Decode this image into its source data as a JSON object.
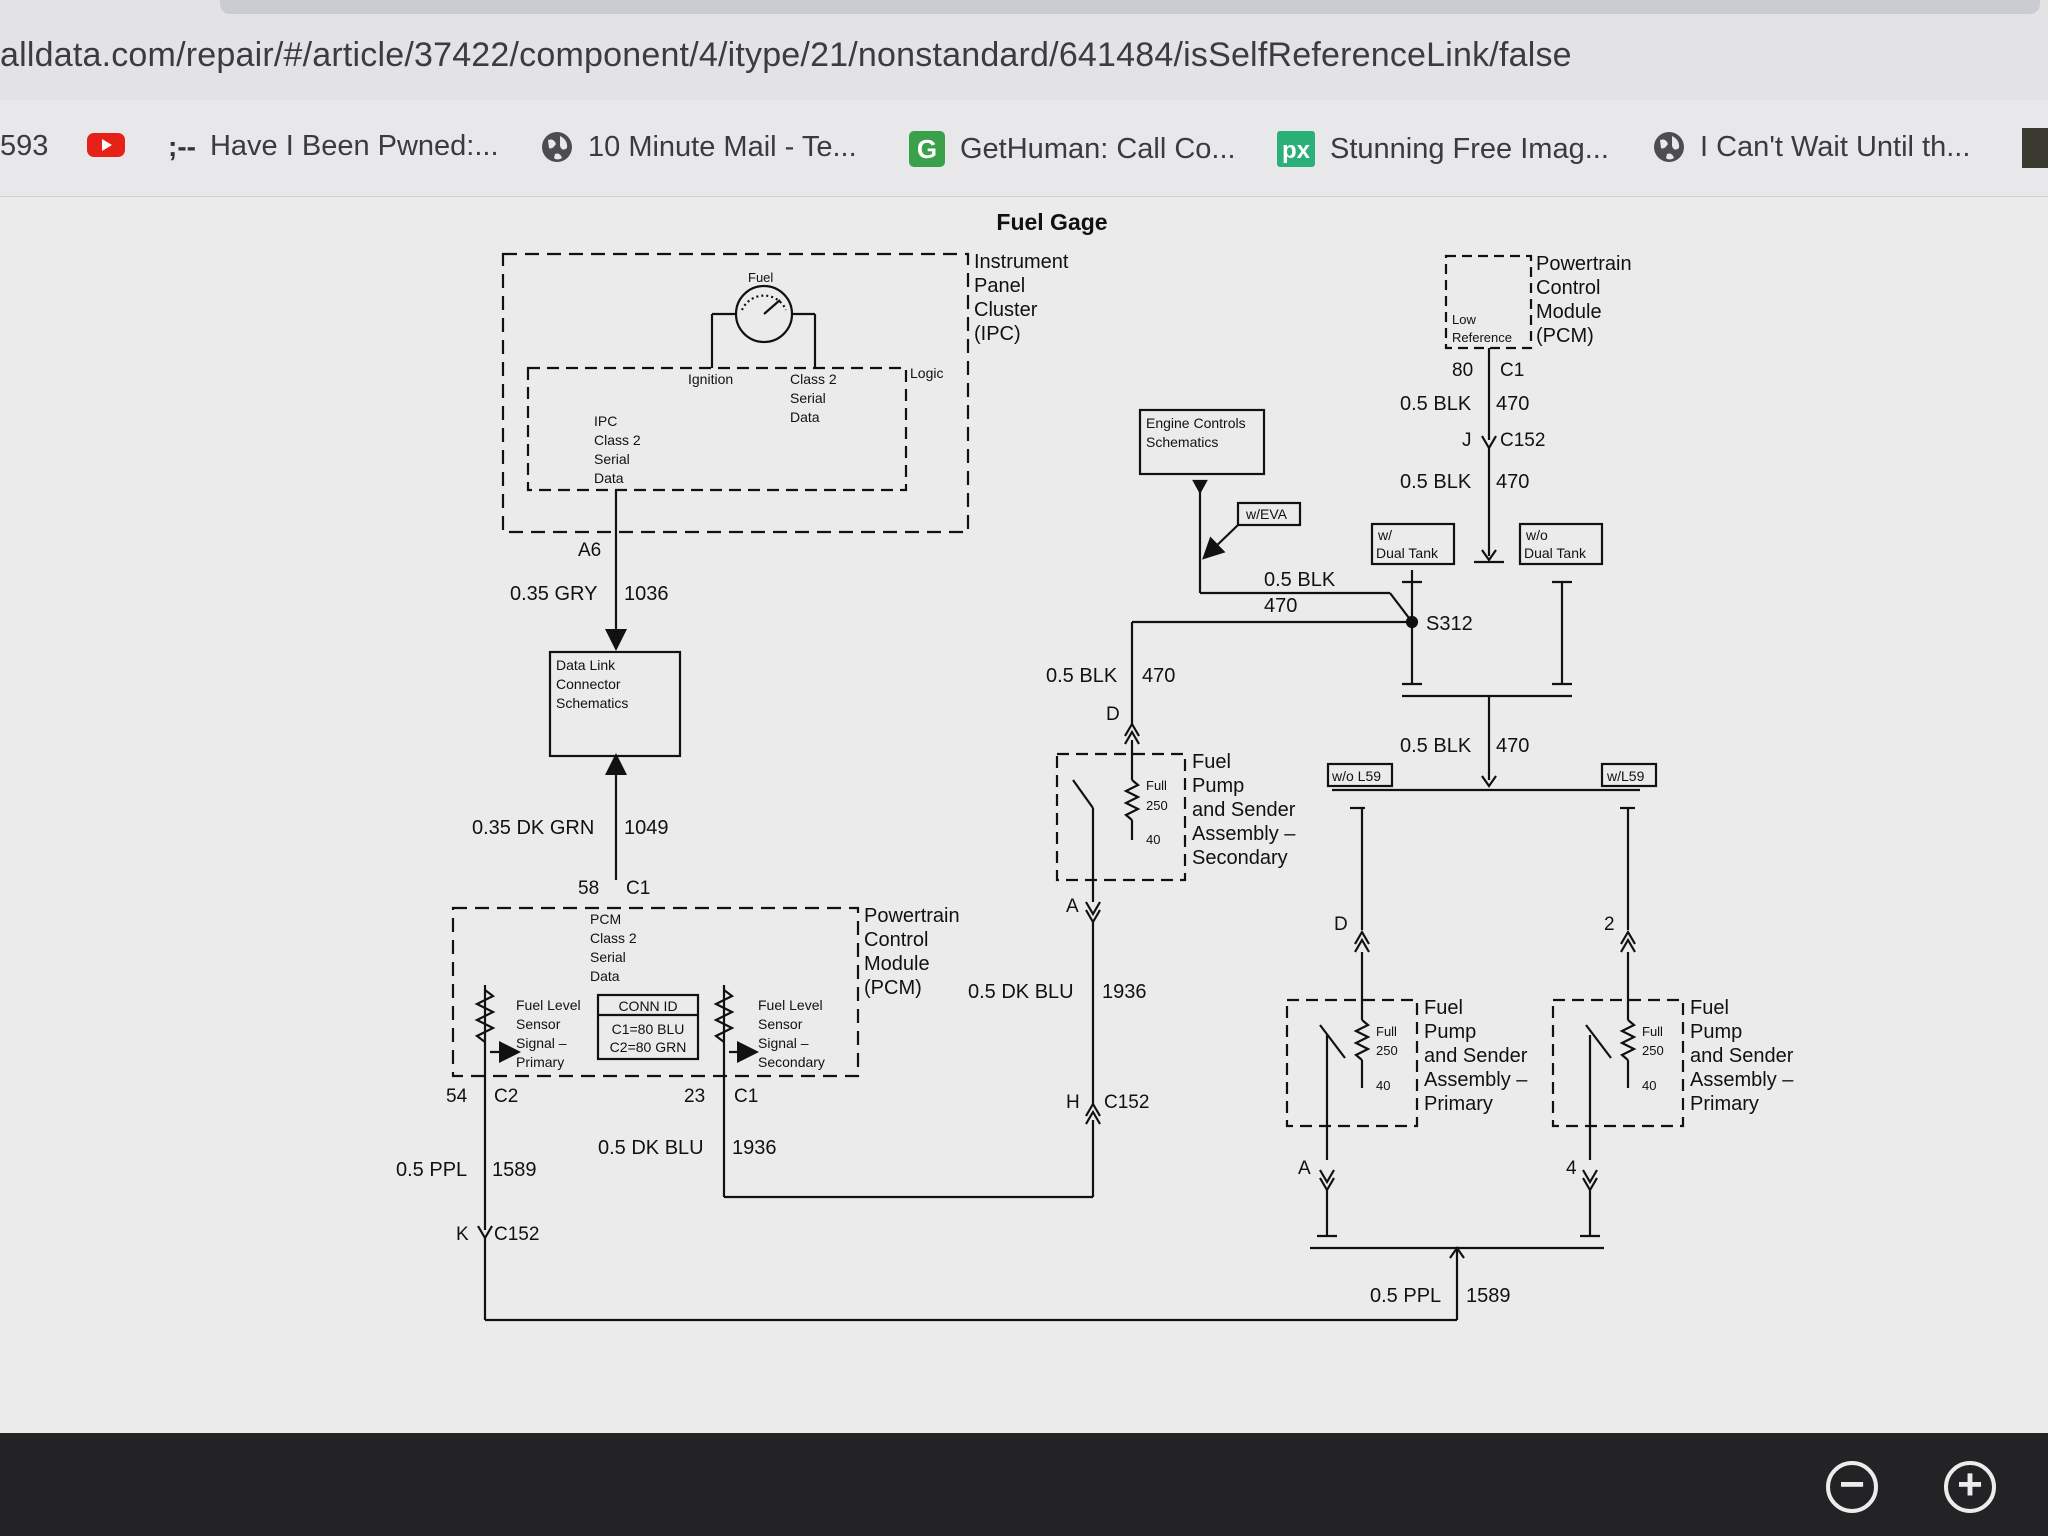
{
  "browser": {
    "url": "alldata.com/repair/#/article/37422/component/4/itype/21/nonstandard/641484/isSelfReferenceLink/false",
    "bookmarks": [
      {
        "label": "593",
        "icon": ""
      },
      {
        "label": "",
        "icon": "youtube-icon"
      },
      {
        "label": "Have I Been Pwned:...",
        "icon": "hibp-icon"
      },
      {
        "label": "10 Minute Mail - Te...",
        "icon": "globe-icon"
      },
      {
        "label": "GetHuman: Call Co...",
        "icon": "gethuman-icon"
      },
      {
        "label": "Stunning Free Imag...",
        "icon": "pexels-icon"
      },
      {
        "label": "I Can't Wait Until th...",
        "icon": "globe-icon"
      }
    ],
    "zoom_out": "−",
    "zoom_in": "+"
  },
  "diagram": {
    "title": "Fuel Gage",
    "ipc": {
      "label": [
        "Instrument",
        "Panel",
        "Cluster",
        "(IPC)"
      ],
      "gauge": "Fuel",
      "ignition": "Ignition",
      "class2": [
        "Class 2",
        "Serial",
        "Data"
      ],
      "logic": "Logic",
      "ipc_data": [
        "IPC",
        "Class 2",
        "Serial",
        "Data"
      ],
      "pin": "A6"
    },
    "wire_1036": {
      "gauge": "0.35 GRY",
      "circuit": "1036"
    },
    "dlc": [
      "Data Link",
      "Connector",
      "Schematics"
    ],
    "wire_1049": {
      "gauge": "0.35 DK GRN",
      "circuit": "1049"
    },
    "pcm_pin_58": {
      "pin": "58",
      "conn": "C1"
    },
    "pcm_main": {
      "label": [
        "Powertrain",
        "Control",
        "Module",
        "(PCM)"
      ],
      "data": [
        "PCM",
        "Class 2",
        "Serial",
        "Data"
      ],
      "fl_primary": [
        "Fuel Level",
        "Sensor",
        "Signal –",
        "Primary"
      ],
      "fl_secondary": [
        "Fuel Level",
        "Sensor",
        "Signal –",
        "Secondary"
      ],
      "conn_id": [
        "CONN ID",
        "C1=80 BLU",
        "C2=80 GRN"
      ]
    },
    "pin_54": {
      "pin": "54",
      "conn": "C2"
    },
    "pin_23": {
      "pin": "23",
      "conn": "C1"
    },
    "wire_1589_left": {
      "gauge": "0.5 PPL",
      "circuit": "1589"
    },
    "wire_1936_bottom": {
      "gauge": "0.5 DK BLU",
      "circuit": "1936"
    },
    "c152_k": {
      "pin": "K",
      "conn": "C152"
    },
    "c152_h": {
      "pin": "H",
      "conn": "C152"
    },
    "wire_1936_mid": {
      "gauge": "0.5 DK BLU",
      "circuit": "1936"
    },
    "pin_a_secondary": "A",
    "secondary": {
      "label": [
        "Fuel",
        "Pump",
        "and Sender",
        "Assembly –",
        "Secondary"
      ],
      "full": "Full",
      "v250": "250",
      "v40": "40",
      "pin_d": "D"
    },
    "wire_470_d": {
      "gauge": "0.5 BLK",
      "circuit": "470"
    },
    "engine_controls": [
      "Engine Controls",
      "Schematics"
    ],
    "weva": "w/EVA",
    "wire_470_s312": {
      "gauge": "0.5 BLK",
      "circuit": "470"
    },
    "s312": "S312",
    "pcm_top": {
      "label": [
        "Powertrain",
        "Control",
        "Module",
        "(PCM)"
      ],
      "low_ref": [
        "Low",
        "Reference"
      ],
      "pin": "80",
      "conn": "C1"
    },
    "wire_470_a": {
      "gauge": "0.5 BLK",
      "circuit": "470"
    },
    "c152_j": {
      "pin": "J",
      "conn": "C152"
    },
    "wire_470_b": {
      "gauge": "0.5 BLK",
      "circuit": "470"
    },
    "w_dual": [
      "w/",
      "Dual Tank"
    ],
    "wo_dual": [
      "w/o",
      "Dual Tank"
    ],
    "wire_470_c": {
      "gauge": "0.5 BLK",
      "circuit": "470"
    },
    "wo_l59": "w/o L59",
    "w_l59": "w/L59",
    "primary_a": {
      "label": [
        "Fuel",
        "Pump",
        "and Sender",
        "Assembly –",
        "Primary"
      ],
      "full": "Full",
      "v250": "250",
      "v40": "40",
      "pin_top": "D",
      "pin_bot": "A"
    },
    "primary_b": {
      "label": [
        "Fuel",
        "Pump",
        "and Sender",
        "Assembly –",
        "Primary"
      ],
      "full": "Full",
      "v250": "250",
      "v40": "40",
      "pin_top": "2",
      "pin_bot": "4"
    },
    "wire_1589_right": {
      "gauge": "0.5 PPL",
      "circuit": "1589"
    }
  }
}
